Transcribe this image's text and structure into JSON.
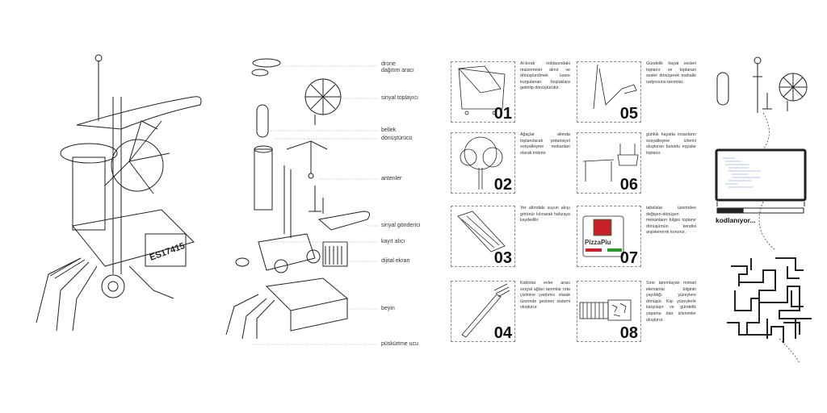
{
  "labels": [
    "drone",
    "dağıtım aracı",
    "sinyal toplayıcı",
    "bellek",
    "dönüştürücü",
    "antenler",
    "sinyal gönderici",
    "kayıt alıcı",
    "dijital ekran",
    "beyin",
    "püskürtme ucu"
  ],
  "robot_plate_text": "ES17415",
  "panels": [
    {
      "num": "01",
      "text": "Al-bırak noktasındaki malzemeler alınır ve dönüştürülmek üzere kurgulanan boşluklara getirilip dönüştürülür."
    },
    {
      "num": "02",
      "text": "Ağaçlar altında toplanılacak potansiyel sosyalleşme mekanları olarak imlenir."
    },
    {
      "num": "03",
      "text": "Yer altındaki suyun akışı görünür kılınarak hafızaya kaydedilir."
    },
    {
      "num": "04",
      "text": "Kablolar evler arası sosyal ağları tanımlar rota çizimine yardımcı olarak üzerinde gezinen sistemi oluşturur."
    },
    {
      "num": "05",
      "text": "Gündelik hayat sesleri toplanır ve toplanan sesler dönüşerek mahalle radyosunu tanımlar."
    },
    {
      "num": "06",
      "text": "günlük hayatta insanların sosyalleşme izlerini oluşturan buluntu eşyalar toplanır."
    },
    {
      "num": "07",
      "text": "tabelalar üzerinden değişen-dönüşen mekanların bilgisi toplanır dönüşümün kendisi arşivlenerek korunur.",
      "logo": "PizzaPiu"
    },
    {
      "num": "08",
      "text": "Sınır tanımlayan mimari elemanlar bilginin yayıldığı yüzeylere dönüşür. Kişi yüzeylerle karşılaşır ve gündelik yaşama dair izlenimler oluşturur."
    }
  ],
  "coding": {
    "status": "kodlanıyor...",
    "progress": 0.3
  }
}
